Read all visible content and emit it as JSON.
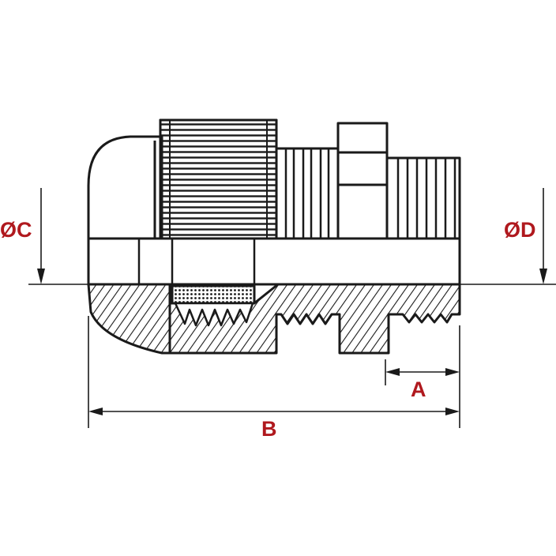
{
  "labels": {
    "dia_c": "ØC",
    "dia_d": "ØD",
    "dim_a": "A",
    "dim_b": "B"
  },
  "colors": {
    "line": "#1a1a1a",
    "label": "#b0191e",
    "background": "#ffffff"
  }
}
